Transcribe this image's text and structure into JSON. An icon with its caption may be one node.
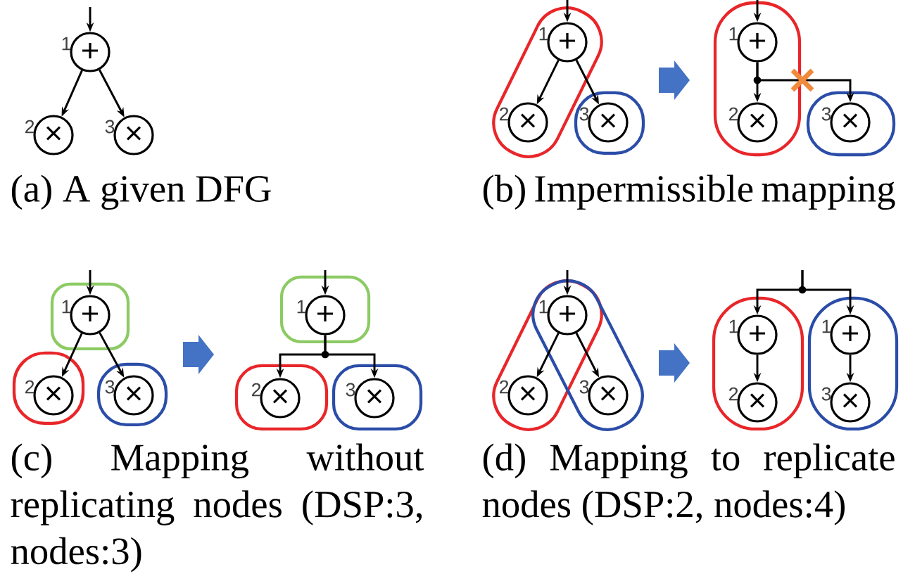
{
  "diagram": {
    "nodes": [
      {
        "text": [
          "+"
        ],
        "beside": [
          "1"
        ]
      },
      {
        "text": [
          "×"
        ],
        "beside": [
          "2"
        ]
      },
      {
        "text": [
          "×"
        ],
        "beside": [
          "3"
        ]
      },
      {
        "text": [
          "+"
        ],
        "beside": [
          "1"
        ]
      },
      {
        "text": [
          "×"
        ],
        "beside": [
          "2"
        ]
      },
      {
        "text": [
          "×"
        ],
        "beside": [
          "3"
        ]
      },
      {
        "text": [
          "+"
        ],
        "beside": [
          "1"
        ]
      },
      {
        "text": [
          "×"
        ],
        "beside": [
          "2"
        ]
      },
      {
        "text": [
          "×"
        ],
        "beside": [
          "3"
        ]
      },
      {
        "text": [
          "+"
        ],
        "beside": [
          "1"
        ]
      },
      {
        "text": [
          "×"
        ],
        "beside": [
          "2"
        ]
      },
      {
        "text": [
          "×"
        ],
        "beside": [
          "3"
        ]
      },
      {
        "text": [
          "+"
        ],
        "beside": [
          "1"
        ]
      },
      {
        "text": [
          "×"
        ],
        "beside": [
          "2"
        ]
      },
      {
        "text": [
          "×"
        ],
        "beside": [
          "3"
        ]
      },
      {
        "text": [
          "+"
        ],
        "beside": [
          "1"
        ]
      },
      {
        "text": [
          "×"
        ],
        "beside": [
          "2"
        ]
      },
      {
        "text": [
          "×"
        ],
        "beside": [
          "3"
        ]
      },
      {
        "text": [
          "+"
        ],
        "beside": [
          "1"
        ]
      },
      {
        "text": [
          "×"
        ],
        "beside": [
          "2"
        ]
      },
      {
        "text": [
          "+"
        ],
        "beside": [
          "1"
        ]
      },
      {
        "text": [
          "×"
        ],
        "beside": [
          "3"
        ]
      }
    ],
    "edges": [
      {
        "from": null,
        "to": 0,
        "arrow": "to"
      },
      {
        "from": 0,
        "to": 1,
        "arrow": "to"
      },
      {
        "from": 0,
        "to": 2,
        "arrow": "to"
      },
      {
        "from": null,
        "to": 3,
        "arrow": "to"
      },
      {
        "from": 3,
        "to": 4,
        "arrow": "to"
      },
      {
        "from": 3,
        "to": 5,
        "arrow": "to"
      },
      {
        "from": null,
        "to": 6,
        "arrow": "to"
      },
      {
        "from": 6,
        "to": 7,
        "arrow": "to"
      },
      {
        "from": 6,
        "to": 8,
        "arrow": "to"
      },
      {
        "from": null,
        "to": 9,
        "arrow": "to"
      },
      {
        "from": 9,
        "to": 10,
        "arrow": "to"
      },
      {
        "from": 9,
        "to": 11,
        "arrow": "to"
      },
      {
        "from": null,
        "to": 12,
        "arrow": "to"
      },
      {
        "from": 12,
        "to": 13,
        "arrow": "to"
      },
      {
        "from": 12,
        "to": 14,
        "arrow": "to"
      },
      {
        "from": null,
        "to": 15,
        "arrow": "to"
      },
      {
        "from": 15,
        "to": 16,
        "arrow": "to"
      },
      {
        "from": 15,
        "to": 17,
        "arrow": "to"
      },
      {
        "from": null,
        "to": 18,
        "arrow": "to"
      },
      {
        "from": null,
        "to": 20,
        "arrow": "to"
      },
      {
        "from": 18,
        "to": 19,
        "arrow": "to"
      },
      {
        "from": 20,
        "to": 21,
        "arrow": "to"
      }
    ],
    "labels": [
      "(a) A given DFG",
      "(b) Impermissible mapping",
      "(c) Mapping without replicating nodes (DSP:3, nodes:3)",
      "(d) Mapping to replicate nodes (DSP:2, nodes:4)"
    ]
  }
}
